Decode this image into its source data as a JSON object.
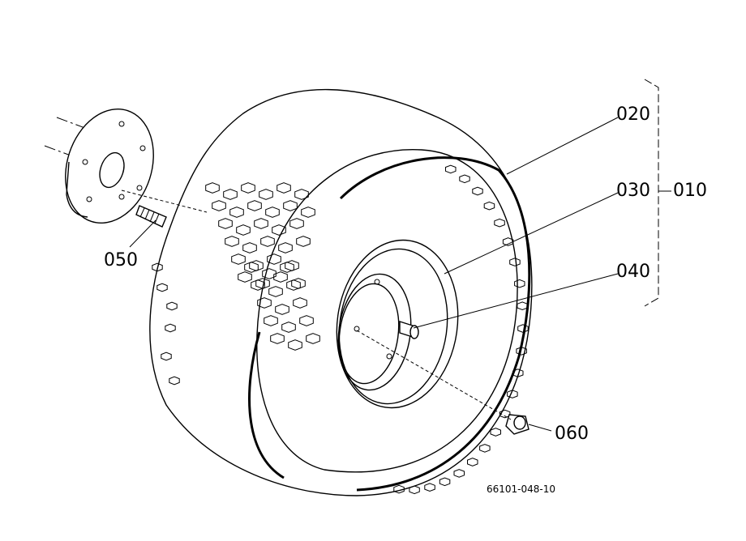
{
  "diagram": {
    "callouts": {
      "assembly": "010",
      "tire": "020",
      "rim": "030",
      "valve": "040",
      "bolt": "050",
      "nut": "060"
    },
    "document_number": "66101-048-10"
  }
}
